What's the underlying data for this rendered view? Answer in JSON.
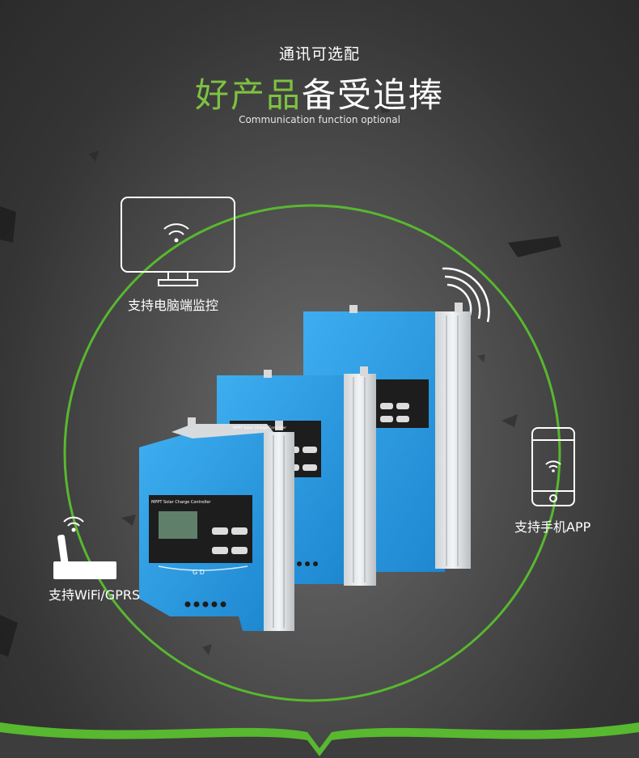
{
  "header": {
    "subtitle": "通讯可选配",
    "headline_green": "好产品",
    "headline_white": "备受追捧",
    "subtitle_en": "Communication function optional"
  },
  "features": {
    "pc": {
      "label": "支持电脑端监控",
      "icon": "monitor-wifi-icon"
    },
    "wifi": {
      "label": "支持WiFi/GPRS",
      "icon": "wifi-dongle-icon"
    },
    "app": {
      "label": "支持手机APP",
      "icon": "phone-wifi-icon"
    }
  },
  "product": {
    "panel_title": "MPPT  Solar Charge Controller",
    "brand_mark": "G D"
  },
  "colors": {
    "accent_green": "#58b82f",
    "product_blue": "#2f9fe0",
    "background": "#4c4c4c"
  }
}
